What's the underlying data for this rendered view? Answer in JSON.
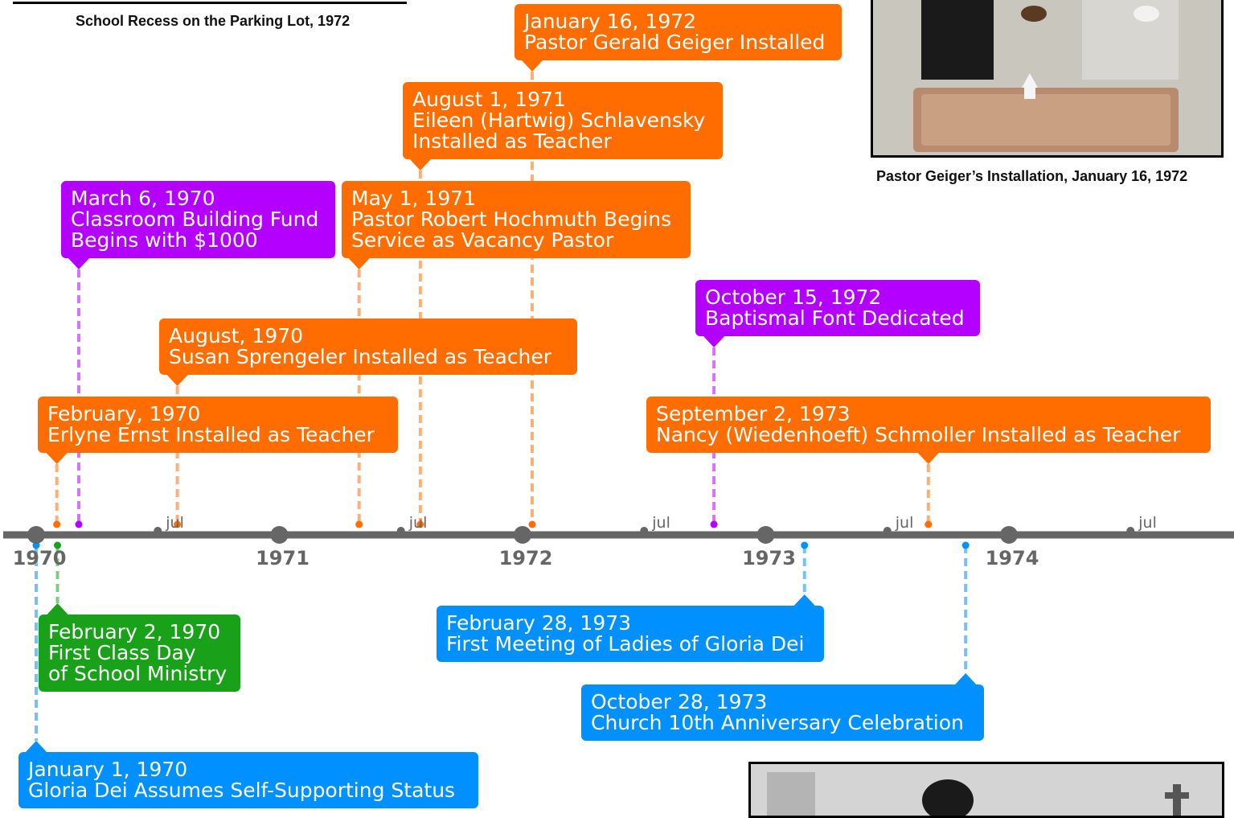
{
  "captions": {
    "top_left": "School Recess on the Parking Lot, 1972",
    "top_right": "Pastor Geiger’s Installation, January 16, 1972"
  },
  "colors": {
    "staff": "#ff6d00",
    "building": "#b300ff",
    "school": "#1aa11a",
    "congregation": "#0090ff",
    "axis": "#666666"
  },
  "chart_data": {
    "type": "timeline",
    "x_range": [
      "1970-01-01",
      "1975-01-01"
    ],
    "year_ticks": [
      "1970",
      "1971",
      "1972",
      "1973",
      "1974"
    ],
    "month_tick_label": "jul",
    "events": [
      {
        "date": "1970-01-01",
        "lines": [
          "January 1, 1970",
          "Gloria Dei Assumes Self-Supporting Status"
        ],
        "category": "congregation",
        "side": "below"
      },
      {
        "date": "1970-02-02",
        "lines": [
          "February 2, 1970",
          "First Class Day",
          "of School Ministry"
        ],
        "category": "school",
        "side": "below"
      },
      {
        "date": "1970-02-01",
        "lines": [
          "February, 1970",
          "Erlyne Ernst Installed as Teacher"
        ],
        "category": "staff",
        "side": "above"
      },
      {
        "date": "1970-03-06",
        "lines": [
          "March 6, 1970",
          "Classroom Building Fund",
          "Begins with $1000"
        ],
        "category": "building",
        "side": "above"
      },
      {
        "date": "1970-08-01",
        "lines": [
          "August, 1970",
          "Susan Sprengeler Installed as Teacher"
        ],
        "category": "staff",
        "side": "above"
      },
      {
        "date": "1971-05-01",
        "lines": [
          "May 1, 1971",
          "Pastor Robert Hochmuth Begins",
          "Service as Vacancy Pastor"
        ],
        "category": "staff",
        "side": "above"
      },
      {
        "date": "1971-08-01",
        "lines": [
          "August 1, 1971",
          "Eileen (Hartwig) Schlavensky",
          "Installed as Teacher"
        ],
        "category": "staff",
        "side": "above"
      },
      {
        "date": "1972-01-16",
        "lines": [
          "January 16, 1972",
          "Pastor Gerald Geiger Installed"
        ],
        "category": "staff",
        "side": "above"
      },
      {
        "date": "1972-10-15",
        "lines": [
          "October 15, 1972",
          "Baptismal Font Dedicated"
        ],
        "category": "building",
        "side": "above"
      },
      {
        "date": "1973-02-28",
        "lines": [
          "February 28, 1973",
          "First Meeting of Ladies of Gloria Dei"
        ],
        "category": "congregation",
        "side": "below"
      },
      {
        "date": "1973-09-02",
        "lines": [
          "September 2, 1973",
          "Nancy (Wiedenhoeft) Schmoller Installed as Teacher"
        ],
        "category": "staff",
        "side": "above"
      },
      {
        "date": "1973-10-28",
        "lines": [
          "October 28, 1973",
          "Church 10th Anniversary Celebration"
        ],
        "category": "congregation",
        "side": "below"
      }
    ]
  }
}
